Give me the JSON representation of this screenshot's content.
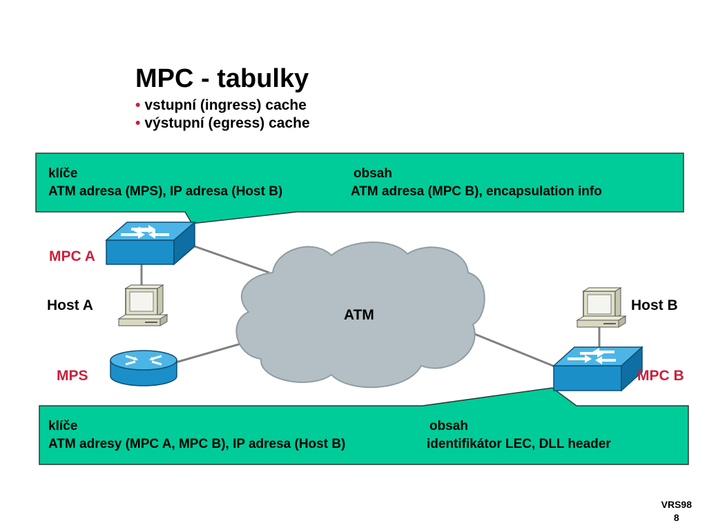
{
  "slide": {
    "title": "MPC - tabulky",
    "bullets": [
      "vstupní (ingress) cache",
      "výstupní (egress) cache"
    ]
  },
  "ingress_box": {
    "key_header": "klíče",
    "content_header": "obsah",
    "key_value": "ATM adresa (MPS), IP adresa (Host B)",
    "content_value": "ATM adresa (MPC B), encapsulation info"
  },
  "egress_box": {
    "key_header": "klíče",
    "content_header": "obsah",
    "key_value": "ATM adresy (MPC A, MPC B), IP adresa (Host B)",
    "content_value": "identifikátor LEC, DLL header"
  },
  "nodes": {
    "mpc_a": "MPC A",
    "host_a": "Host A",
    "mps": "MPS",
    "atm": "ATM",
    "host_b": "Host B",
    "mpc_b": "MPC B"
  },
  "footer": {
    "line1": "VRS98",
    "line2": "8"
  },
  "colors": {
    "box_fill": "#00cc99",
    "accent_red": "#cc1f3c",
    "cloud_fill": "#b3bfc4",
    "switch_blue": "#1a8fc9"
  }
}
